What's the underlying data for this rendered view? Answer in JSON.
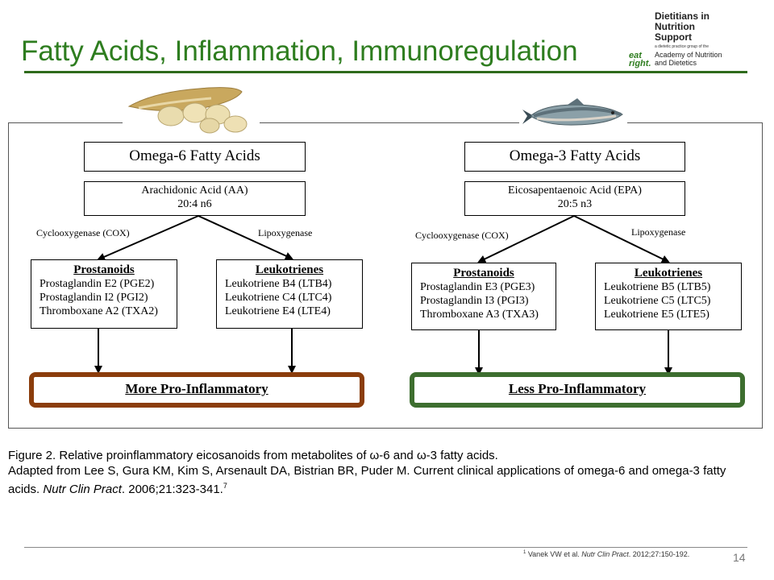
{
  "slide": {
    "title": "Fatty Acids, Inflammation, Immunoregulation",
    "page_number": "14",
    "colors": {
      "title": "#2e7d1f",
      "more_border": "#8b3d0c",
      "less_border": "#3d6e2f"
    }
  },
  "logo": {
    "line1": "Dietitians in",
    "line2": "Nutrition",
    "line3": "Support",
    "tagline": "a dietetic practice group of the",
    "academy1": "Academy of Nutrition",
    "academy2": "and Dietetics",
    "eat": "eat",
    "right": "right."
  },
  "diagram": {
    "omega6": {
      "header": "Omega-6 Fatty Acids",
      "acid_line1": "Arachidonic Acid (AA)",
      "acid_line2": "20:4 n6",
      "cox_label": "Cyclooxygenase (COX)",
      "lipo_label": "Lipoxygenase",
      "prostanoids": {
        "heading": "Prostanoids",
        "items": [
          "Prostaglandin E2 (PGE2)",
          "Prostaglandin I2  (PGI2)",
          "Thromboxane A2 (TXA2)"
        ]
      },
      "leukotrienes": {
        "heading": "Leukotrienes",
        "items": [
          "Leukotriene B4 (LTB4)",
          "Leukotriene C4 (LTC4)",
          "Leukotriene E4 (LTE4)"
        ]
      },
      "outcome": "More Pro-Inflammatory"
    },
    "omega3": {
      "header": "Omega-3 Fatty Acids",
      "acid_line1": "Eicosapentaenoic Acid (EPA)",
      "acid_line2": "20:5 n3",
      "cox_label": "Cyclooxygenase (COX)",
      "lipo_label": "Lipoxygenase",
      "prostanoids": {
        "heading": "Prostanoids",
        "items": [
          "Prostaglandin E3 (PGE3)",
          "Prostaglandin I3  (PGI3)",
          "Thromboxane A3 (TXA3)"
        ]
      },
      "leukotrienes": {
        "heading": "Leukotrienes",
        "items": [
          "Leukotriene B5 (LTB5)",
          "Leukotriene C5 (LTC5)",
          "Leukotriene E5 (LTE5)"
        ]
      },
      "outcome": "Less Pro-Inflammatory"
    }
  },
  "caption": {
    "line1": "Figure 2. Relative proinflammatory eicosanoids from metabolites of ω-6 and ω-3 fatty acids.",
    "line2a": "Adapted from Lee S, Gura KM, Kim S, Arsenault DA, Bistrian BR, Puder M. Current clinical applications of omega-6 and omega-3 fatty acids. ",
    "journal": "Nutr Clin Pract",
    "line2b": ". 2006;21:323-341.",
    "ref_sup": "7"
  },
  "footnote": {
    "sup": "1",
    "prefix": " Vanek VW et al. ",
    "journal": "Nutr Clin Pract",
    "suffix": ". 2012;27:150-192."
  }
}
